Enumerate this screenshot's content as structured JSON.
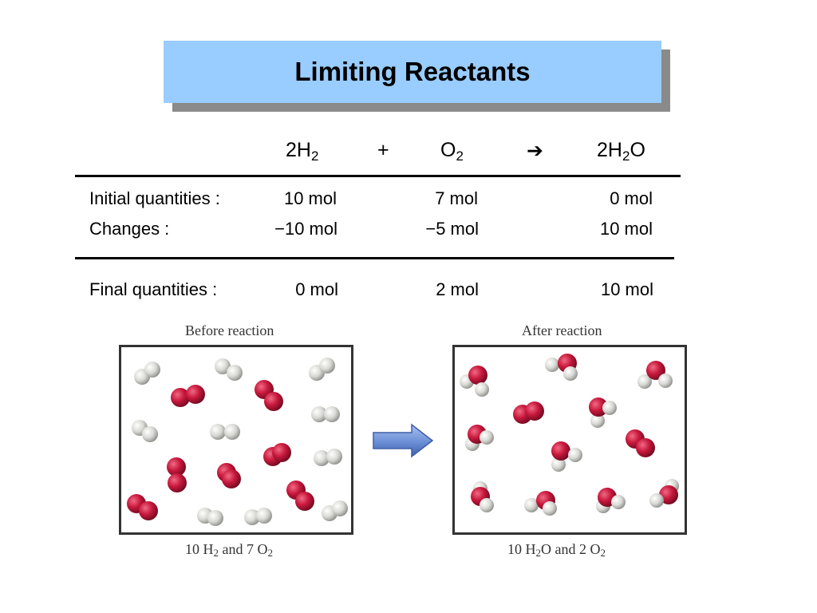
{
  "title": "Limiting Reactants",
  "equation": {
    "reactant1": {
      "coef": "2H",
      "sub": "2"
    },
    "plus": "+",
    "reactant2": {
      "base": "O",
      "sub": "2"
    },
    "arrow": "➔",
    "product": {
      "coef": "2H",
      "sub": "2",
      "tail": "O"
    }
  },
  "table": {
    "initial": {
      "label": "Initial quantities :",
      "h2": "10 mol",
      "o2": "7 mol",
      "h2o": "0 mol"
    },
    "changes": {
      "label": "Changes :",
      "h2": "−10 mol",
      "o2": "−5 mol",
      "h2o": "10 mol"
    },
    "final": {
      "label": "Final quantities :",
      "h2": "0 mol",
      "o2": "2 mol",
      "h2o": "10 mol"
    }
  },
  "figure": {
    "before_label": "Before reaction",
    "after_label": "After reaction",
    "before_caption": {
      "a": "10 H",
      "a_sub": "2",
      "b": " and 7 O",
      "b_sub": "2"
    },
    "after_caption": {
      "a": "10 H",
      "a_sub": "2",
      "b": "O and 2 O",
      "b_sub": "2"
    },
    "arrow_color": "#6b8fd6",
    "hydrogen_color": "#d8d8d4",
    "oxygen_color": "#c8183c"
  }
}
